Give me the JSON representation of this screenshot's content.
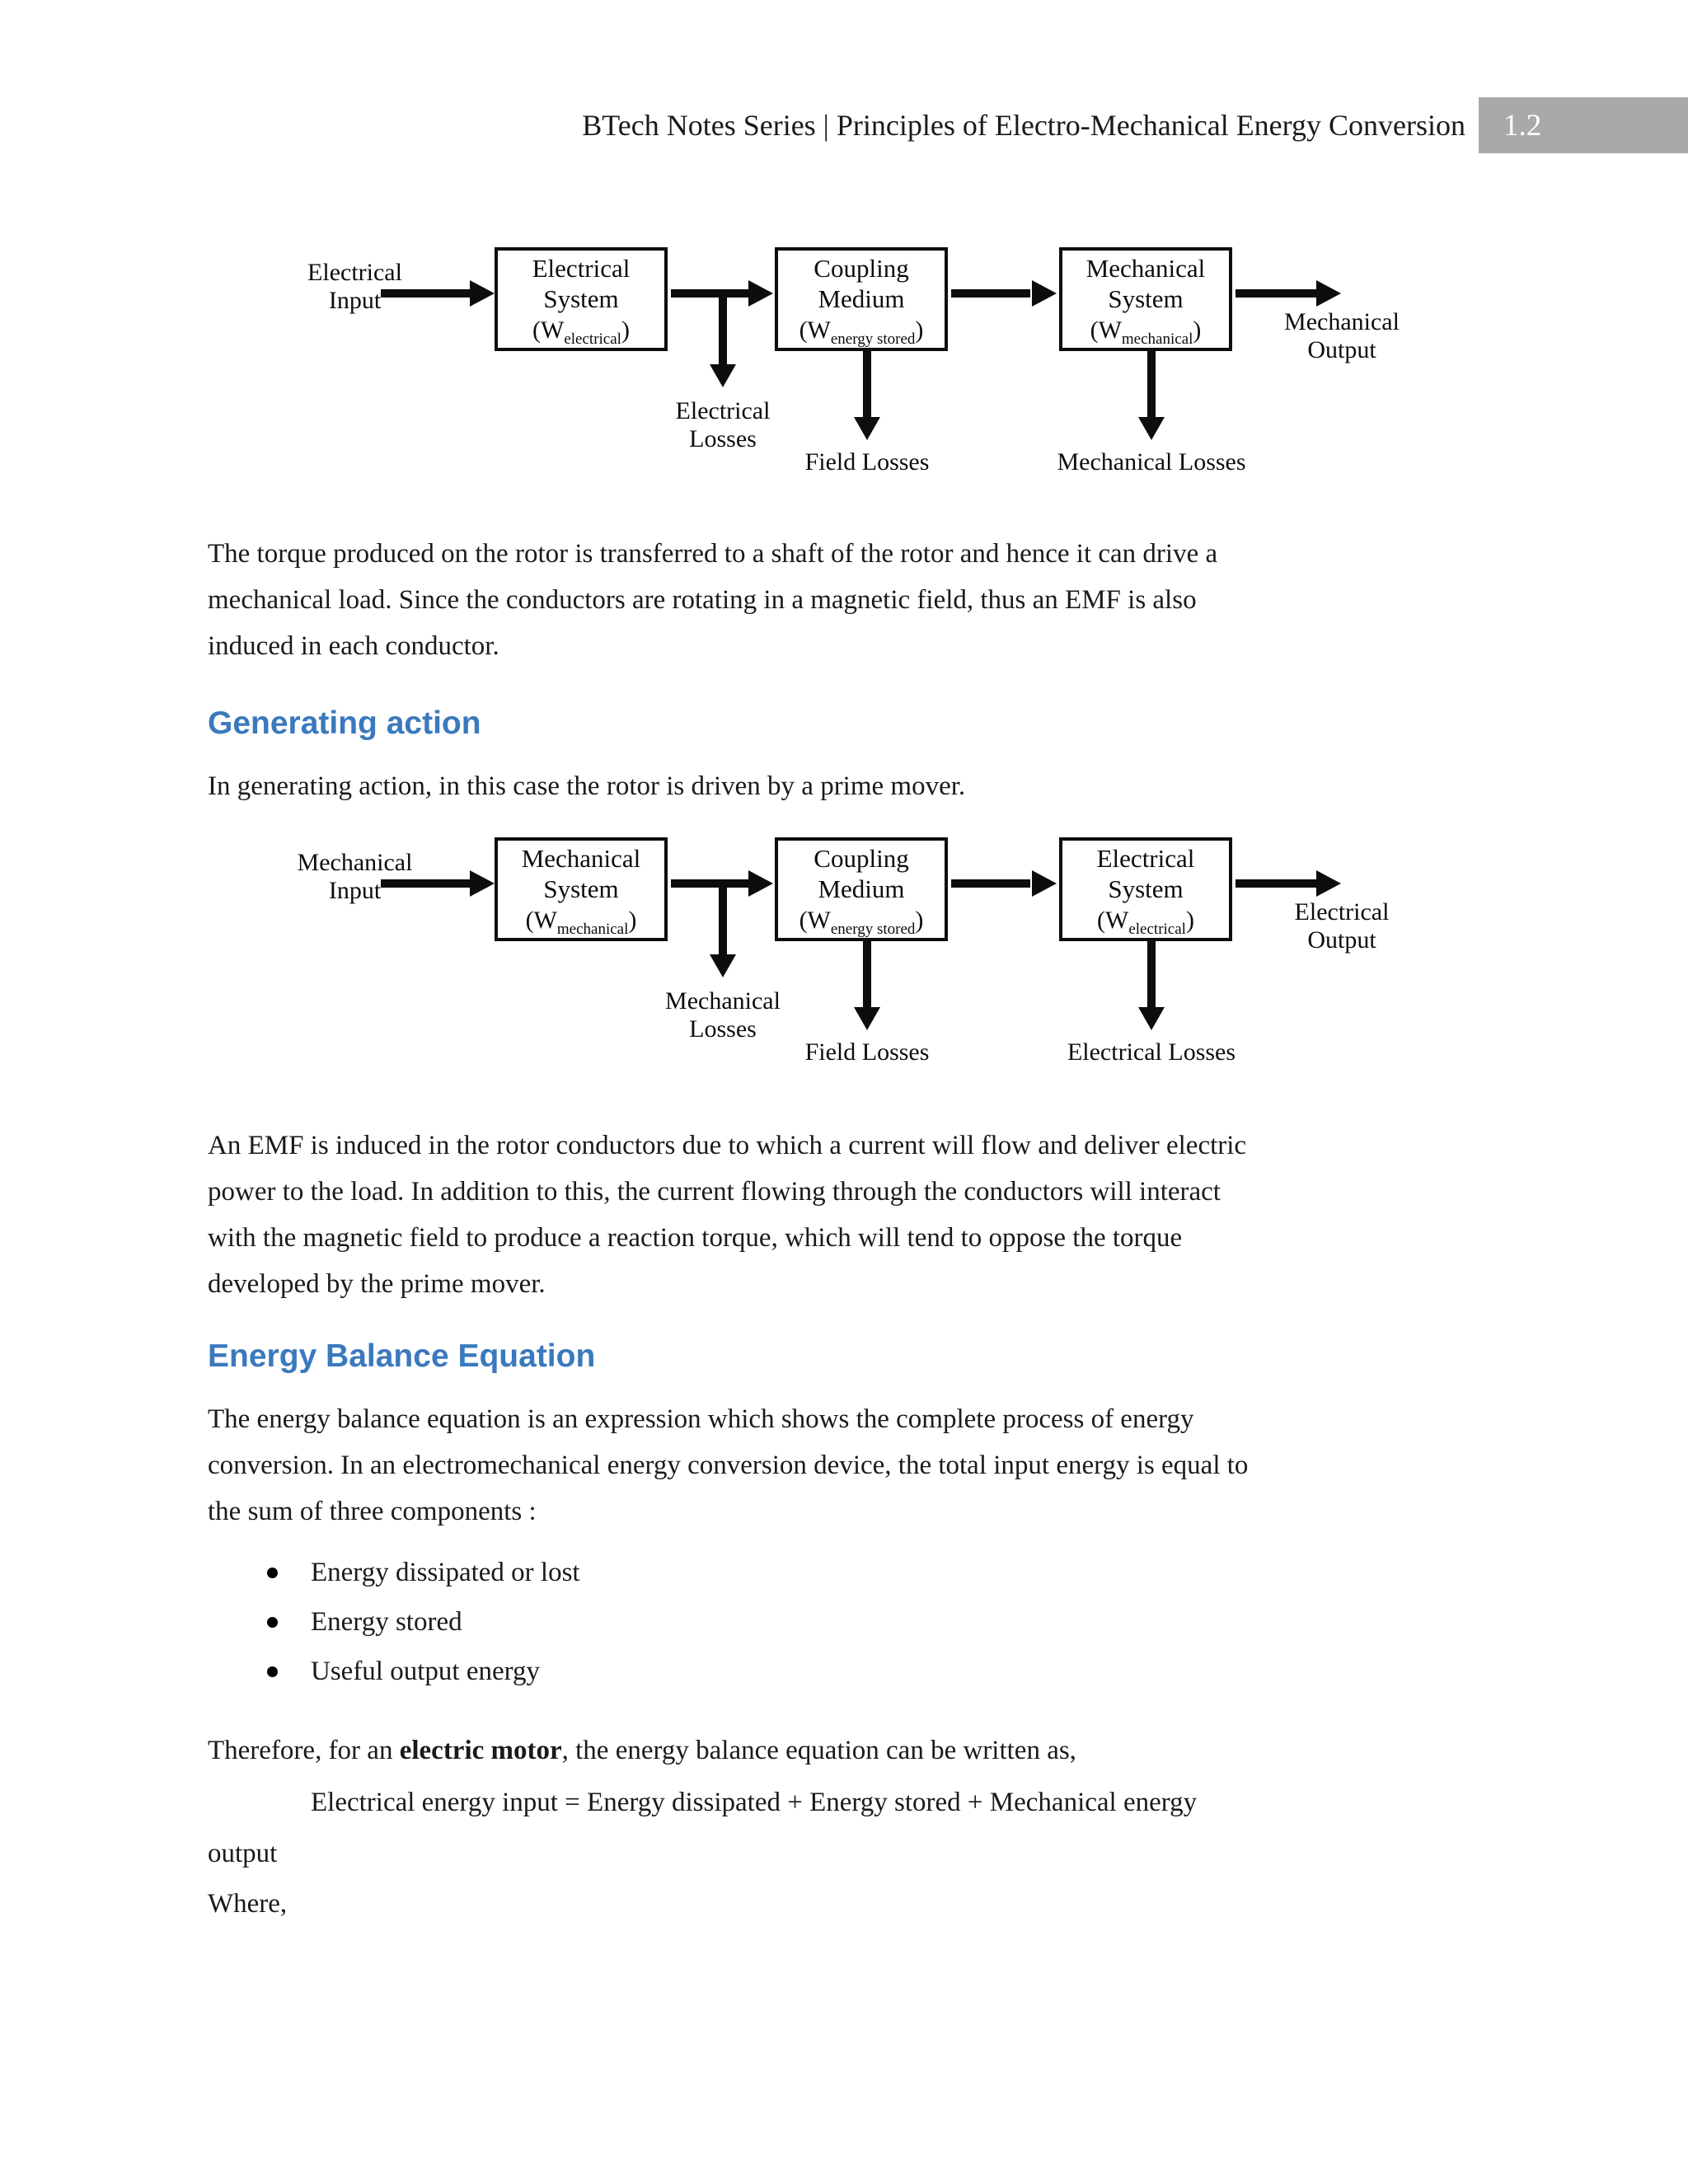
{
  "colors": {
    "heading": "#3a79bd",
    "badge": "#a9a9a9",
    "badge_text": "#ffffff",
    "text": "#1a1a1a",
    "ink": "#0d0d0d"
  },
  "header": {
    "title": "BTech Notes Series | Principles of Electro-Mechanical Energy Conversion",
    "page_badge": "1.2"
  },
  "diagrams": {
    "motor": {
      "input_label": [
        "Electrical",
        "Input"
      ],
      "output_label": [
        "Mechanical",
        "Output"
      ],
      "boxes": [
        {
          "l1": "Electrical",
          "l2": "System",
          "wp": "(W",
          "sub": "electrical",
          "ws": ")"
        },
        {
          "l1": "Coupling",
          "l2": "Medium",
          "wp": "(W",
          "sub": "energy stored",
          "ws": ")"
        },
        {
          "l1": "Mechanical",
          "l2": "System",
          "wp": "(W",
          "sub": "mechanical",
          "ws": ")"
        }
      ],
      "losses": {
        "branch": [
          "Electrical",
          "Losses"
        ],
        "coupling": "Field Losses",
        "third_box": "Mechanical Losses"
      }
    },
    "generator": {
      "input_label": [
        "Mechanical",
        "Input"
      ],
      "output_label": [
        "Electrical",
        "Output"
      ],
      "boxes": [
        {
          "l1": "Mechanical",
          "l2": "System",
          "wp": "(W",
          "sub": "mechanical",
          "ws": ")"
        },
        {
          "l1": "Coupling",
          "l2": "Medium",
          "wp": "(W",
          "sub": "energy stored",
          "ws": ")"
        },
        {
          "l1": "Electrical",
          "l2": "System",
          "wp": "(W",
          "sub": "electrical",
          "ws": ")"
        }
      ],
      "losses": {
        "branch": [
          "Mechanical",
          "Losses"
        ],
        "coupling": "Field Losses",
        "third_box": "Electrical Losses"
      }
    }
  },
  "sections": {
    "para_torque": "The torque produced on the rotor is transferred to a shaft of the rotor and hence it can drive a\nmechanical load. Since the conductors are rotating in a magnetic field, thus an EMF is also\ninduced in each conductor.",
    "heading_generating": "Generating action",
    "para_generating": "In generating action, in this case the rotor is driven by a prime mover.",
    "para_emf": "An EMF is induced in the rotor conductors due to which a current will flow and deliver electric\npower to the load. In addition to this, the current flowing through the conductors will interact\nwith the magnetic field to produce a reaction torque, which will tend to oppose the torque\ndeveloped by the prime mover.",
    "heading_energy": "Energy Balance Equation",
    "para_energy": "The energy balance equation is an expression which shows the complete process of energy\nconversion. In an electromechanical energy conversion device, the total input energy is equal to\nthe sum of three components :",
    "bullets": [
      "Energy dissipated or lost",
      "Energy stored",
      "Useful output energy"
    ],
    "therefore_prefix": "Therefore, for an ",
    "therefore_bold": "electric motor",
    "therefore_suffix": ", the energy balance equation can be written as,",
    "equation_line1": "Electrical energy input = Energy dissipated + Energy stored + Mechanical energy",
    "equation_line2": "output",
    "where": "Where,"
  }
}
